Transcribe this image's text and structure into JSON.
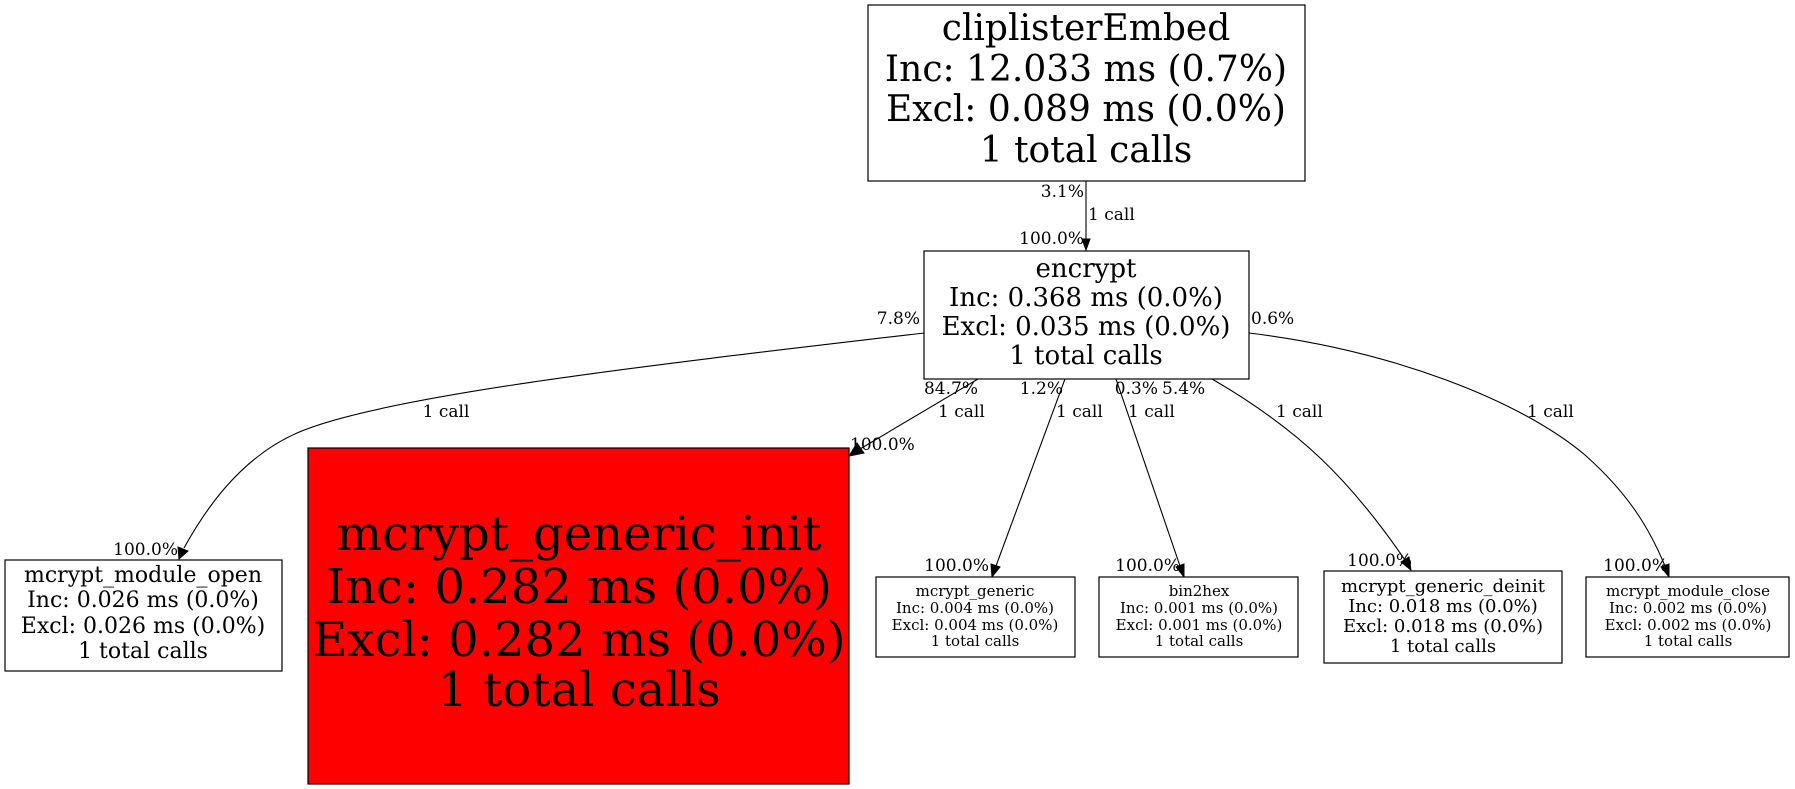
{
  "nodes": {
    "cliplisterEmbed": {
      "name": "cliplisterEmbed",
      "inc": "Inc: 12.033 ms (0.7%)",
      "excl": "Excl: 0.089 ms (0.0%)",
      "calls": "1 total calls",
      "fill": "#ffffff"
    },
    "encrypt": {
      "name": "encrypt",
      "inc": "Inc: 0.368 ms (0.0%)",
      "excl": "Excl: 0.035 ms (0.0%)",
      "calls": "1 total calls",
      "fill": "#ffffff"
    },
    "mcrypt_module_open": {
      "name": "mcrypt_module_open",
      "inc": "Inc: 0.026 ms (0.0%)",
      "excl": "Excl: 0.026 ms (0.0%)",
      "calls": "1 total calls",
      "fill": "#ffffff"
    },
    "mcrypt_generic_init": {
      "name": "mcrypt_generic_init",
      "inc": "Inc: 0.282 ms (0.0%)",
      "excl": "Excl: 0.282 ms (0.0%)",
      "calls": "1 total calls",
      "fill": "#ff0000"
    },
    "mcrypt_generic": {
      "name": "mcrypt_generic",
      "inc": "Inc: 0.004 ms (0.0%)",
      "excl": "Excl: 0.004 ms (0.0%)",
      "calls": "1 total calls",
      "fill": "#ffffff"
    },
    "bin2hex": {
      "name": "bin2hex",
      "inc": "Inc: 0.001 ms (0.0%)",
      "excl": "Excl: 0.001 ms (0.0%)",
      "calls": "1 total calls",
      "fill": "#ffffff"
    },
    "mcrypt_generic_deinit": {
      "name": "mcrypt_generic_deinit",
      "inc": "Inc: 0.018 ms (0.0%)",
      "excl": "Excl: 0.018 ms (0.0%)",
      "calls": "1 total calls",
      "fill": "#ffffff"
    },
    "mcrypt_module_close": {
      "name": "mcrypt_module_close",
      "inc": "Inc: 0.002 ms (0.0%)",
      "excl": "Excl: 0.002 ms (0.0%)",
      "calls": "1 total calls",
      "fill": "#ffffff"
    }
  },
  "edges": {
    "cliplisterEmbed_encrypt": {
      "label": "1 call",
      "source_pct": "3.1%",
      "target_pct": "100.0%"
    },
    "encrypt_mcrypt_module_open": {
      "label": "1 call",
      "source_pct": "7.8%",
      "target_pct": "100.0%"
    },
    "encrypt_mcrypt_generic_init": {
      "label": "1 call",
      "source_pct": "84.7%",
      "target_pct": "100.0%"
    },
    "encrypt_mcrypt_generic": {
      "label": "1 call",
      "source_pct": "1.2%",
      "target_pct": "100.0%"
    },
    "encrypt_bin2hex": {
      "label": "1 call",
      "source_pct": "0.3%",
      "target_pct": "100.0%"
    },
    "encrypt_mcrypt_generic_deinit": {
      "label": "1 call",
      "source_pct": "5.4%",
      "target_pct": "100.0%"
    },
    "encrypt_mcrypt_module_close": {
      "label": "1 call",
      "source_pct": "0.6%",
      "target_pct": "100.0%"
    }
  }
}
